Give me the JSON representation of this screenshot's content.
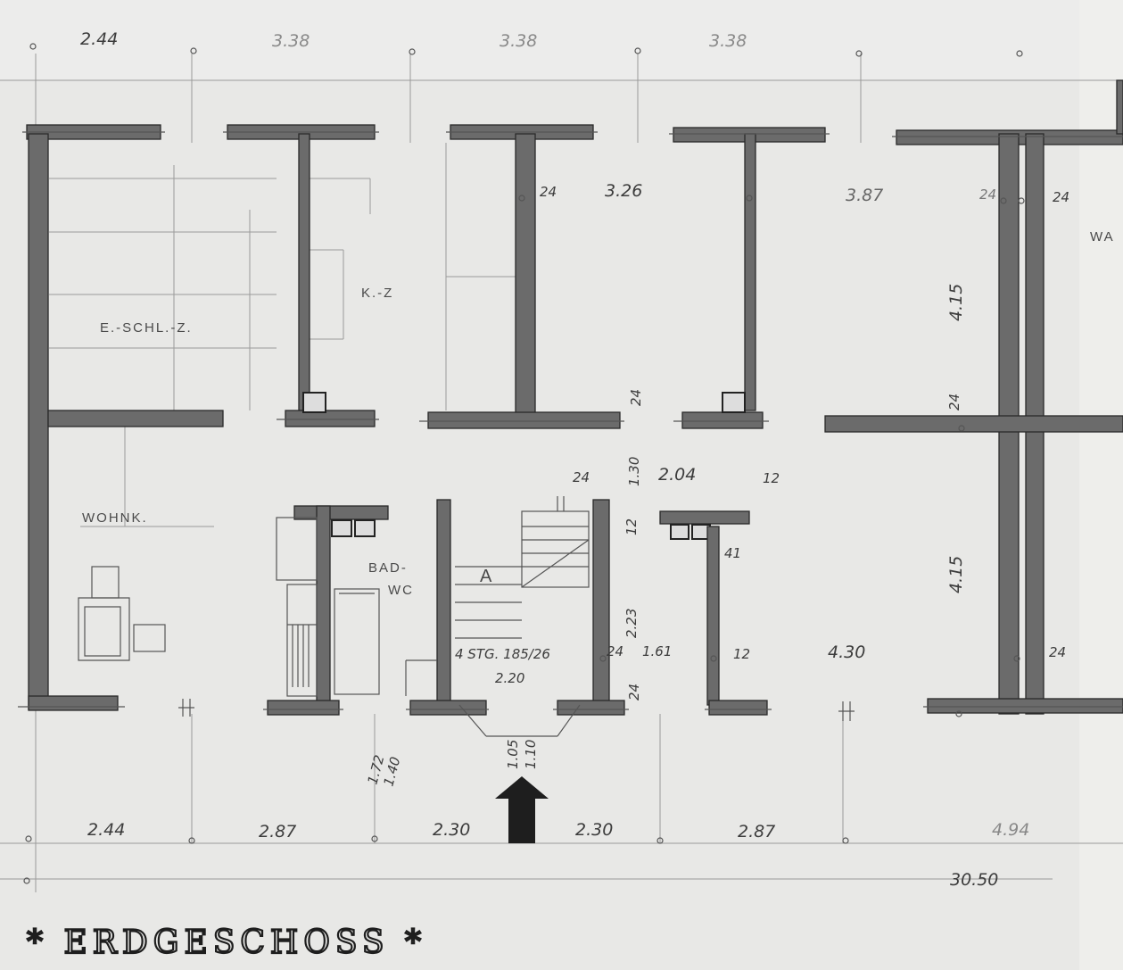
{
  "title": "* ERDGESCHOSS *",
  "top_dimensions": [
    "2.44",
    "3.38",
    "3.38",
    "3.38"
  ],
  "bottom_dimensions": [
    "2.44",
    "2.87",
    "2.30",
    "2.30",
    "2.87",
    "4.94"
  ],
  "total_width": "30.50",
  "rooms": {
    "eltern_schlafzimmer": "E.-SCHL.-Z.",
    "kinderzimmer": "K.-Z",
    "wohnkueche": "WOHNK.",
    "bad_wc_1": "BAD-",
    "bad_wc_2": "WC",
    "stair_mark": "A",
    "cut_off_label": "WA"
  },
  "interior_dimensions": {
    "wall_24_a": "24",
    "room_width_a": "3.26",
    "room_width_b": "3.87",
    "wall_24_b": "24",
    "wall_24_c": "24",
    "height_upper": "4.15",
    "wall_24_mid_right": "24",
    "height_lower": "4.15",
    "wall_24_lower_right": "24",
    "vert_24_top": "24",
    "vert_130": "1.30",
    "stair_wall_24": "24",
    "stair_width": "2.04",
    "wall_12_top": "12",
    "vert_12": "12",
    "wall_41": "41",
    "stairs_spec": "4 STG. 185/26",
    "stair_depth": "2.20",
    "wall_24_stair": "24",
    "landing_161": "1.61",
    "wall_12_low": "12",
    "vert_223": "2.23",
    "vert_24_low": "24",
    "room_width_c": "4.30",
    "door_172": "1.72",
    "door_140": "1.40",
    "entry_105": "1.05",
    "entry_110": "1.10"
  }
}
